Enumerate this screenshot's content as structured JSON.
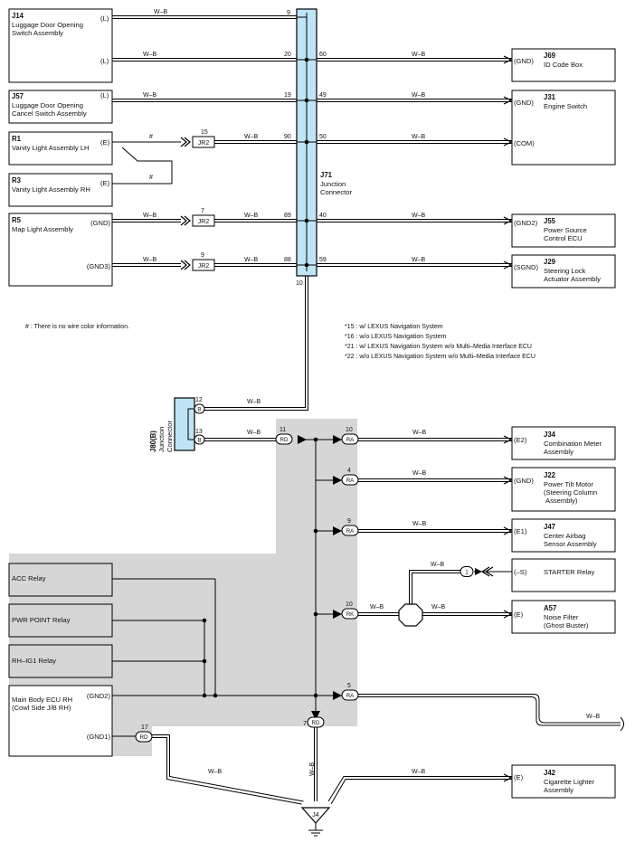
{
  "wire_color": "W–B",
  "note_hash": "# : There is no wire color information.",
  "hash": "#",
  "notes": [
    "*15 : w/ LEXUS Navigation System",
    "*16 : w/o LEXUS Navigation System",
    "*21 : w/ LEXUS Navigation System w/o Multi–Media Interface ECU",
    "*22 : w/o LEXUS Navigation System w/o Multi–Media Interface ECU"
  ],
  "components": {
    "j14": {
      "code": "J14",
      "name1": "Luggage Door Opening",
      "name2": "Switch Assembly",
      "pin_a": "(L)",
      "pin_b": "(L)"
    },
    "j57": {
      "code": "J57",
      "name1": "Luggage Door Opening",
      "name2": "Cancel Switch Assembly",
      "pin": "(L)"
    },
    "r1": {
      "code": "R1",
      "name1": "Vanity Light Assembly LH",
      "pin": "(E)"
    },
    "r3": {
      "code": "R3",
      "name1": "Vanity Light Assembly RH",
      "pin": "(E)"
    },
    "r5": {
      "code": "R5",
      "name1": "Map Light Assembly",
      "pin_a": "(GND)",
      "pin_b": "(GND3)"
    },
    "j69": {
      "code": "J69",
      "name1": "ID Code Box",
      "pin": "(GND)"
    },
    "j31": {
      "code": "J31",
      "name1": "Engine Switch",
      "pin_a": "(GND)",
      "pin_b": "(COM)"
    },
    "j55": {
      "code": "J55",
      "name1": "Power Source",
      "name2": "Control ECU",
      "pin": "(GND2)"
    },
    "j29": {
      "code": "J29",
      "name1": "Steering Lock",
      "name2": "Actuator Assembly",
      "pin": "(SGND)"
    },
    "j71": {
      "code": "J71",
      "name1": "Junction",
      "name2": "Connector"
    },
    "j80": {
      "code": "J80(B)",
      "name1": "Junction",
      "name2": "Connector",
      "pin_top": "B",
      "pin_bot": "B"
    },
    "j34": {
      "code": "J34",
      "name1": "Combination Meter",
      "name2": "Assembly",
      "pin": "(E2)"
    },
    "j22": {
      "code": "J22",
      "name1": "Power Tilt Motor",
      "name2": "(Steering Column",
      "name3": "Assembly)",
      "pin": "(GND)"
    },
    "j47": {
      "code": "J47",
      "name1": "Center Airbag",
      "name2": "Sensor Assembly",
      "pin": "(E1)"
    },
    "starter": {
      "name1": "STARTER Relay",
      "pin": "(–S)"
    },
    "a57": {
      "code": "A57",
      "name1": "Noise Filter",
      "name2": "(Ghost Buster)",
      "pin": "(E)"
    },
    "j42": {
      "code": "J42",
      "name1": "Cigarette Lighter",
      "name2": "Assembly",
      "pin": "(E)"
    },
    "acc": {
      "name1": "ACC Relay"
    },
    "pwr": {
      "name1": "PWR POINT Relay"
    },
    "rhig1": {
      "name1": "RH–IG1 Relay"
    },
    "mainecu": {
      "name1": "Main Body ECU RH",
      "name2": "(Cowl Side J/B RH)",
      "pin_a": "(GND2)",
      "pin_b": "(GND1)"
    },
    "j4": {
      "code": "J4"
    }
  },
  "connectors": {
    "jr2": "JR2",
    "rd": "RD",
    "ra": "RA",
    "rk": "RK",
    "b": "B",
    "one": "1"
  },
  "pins": {
    "p9": "9",
    "p20": "20",
    "p60": "60",
    "p19": "19",
    "p49": "49",
    "p15": "15",
    "p90": "90",
    "p50": "50",
    "p7": "7",
    "p89": "89",
    "p40": "40",
    "p9b": "9",
    "p88": "88",
    "p59": "59",
    "p10": "10",
    "p12": "12",
    "p13": "13",
    "p11": "11",
    "p10b": "10",
    "p4": "4",
    "p9c": "9",
    "p10c": "10",
    "p5": "5",
    "p7b": "7",
    "p17": "17"
  },
  "colors": {
    "highlight": "#bfe4f5",
    "grey_area": "#d6d6d6",
    "wire": "#000000"
  }
}
